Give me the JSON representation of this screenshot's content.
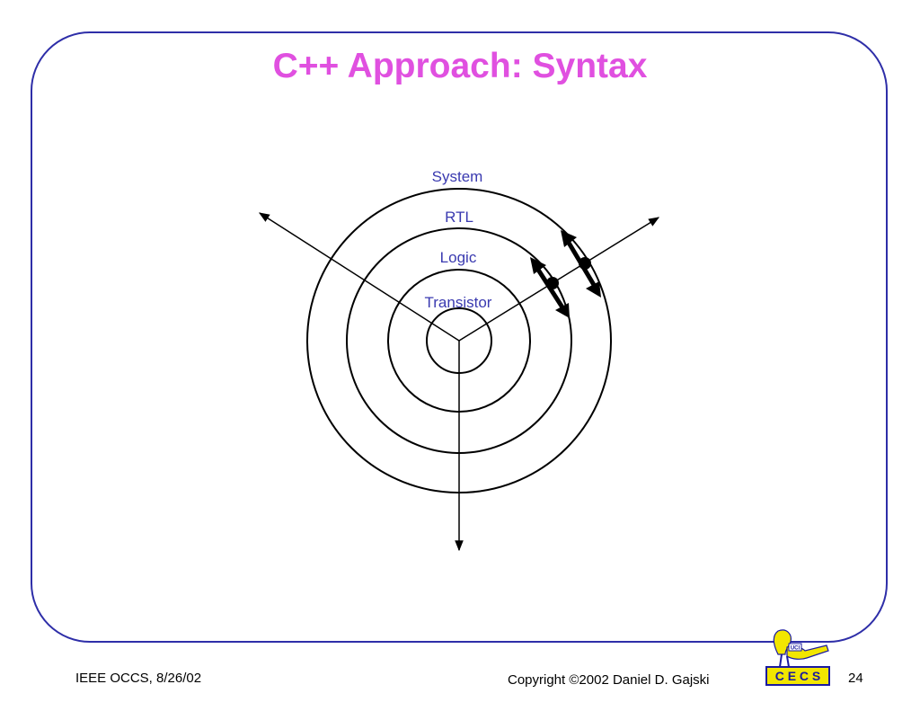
{
  "slide": {
    "title": "C++ Approach: Syntax",
    "footer_left": "IEEE OCCS, 8/26/02",
    "copyright": "Copyright ©2002 Daniel D. Gajski",
    "page_number": "24",
    "logo_text": "C E C S",
    "logo_badge": "UCI"
  },
  "diagram": {
    "levels": [
      "System",
      "RTL",
      "Logic",
      "Transistor"
    ]
  },
  "colors": {
    "title": "#e050e0",
    "frame": "#2e2ea8",
    "level_text": "#3a3ab0",
    "logo_yellow": "#f2e600",
    "logo_text": "#1a1aa0"
  }
}
